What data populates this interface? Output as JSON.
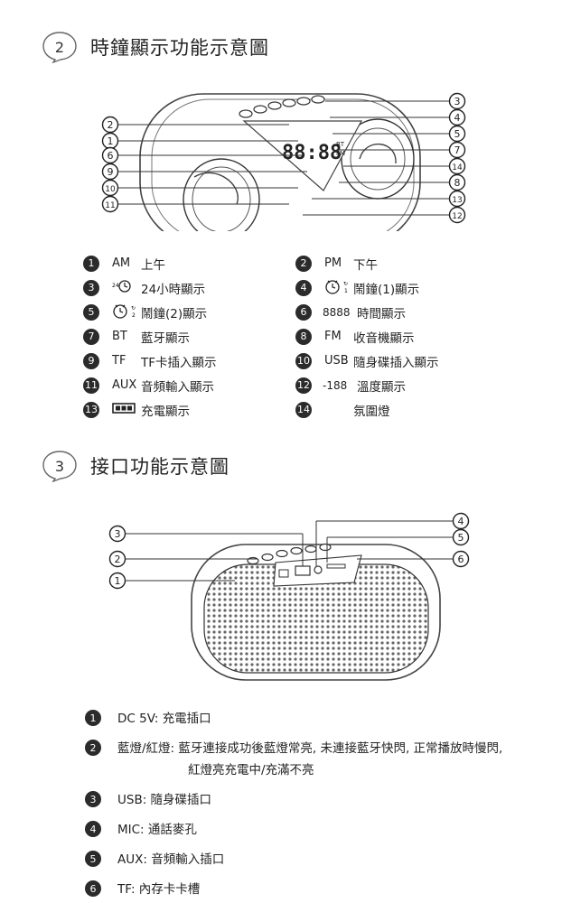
{
  "section1": {
    "number": "2",
    "title": "時鐘顯示功能示意圖"
  },
  "section2": {
    "number": "3",
    "title": "接口功能示意圖"
  },
  "diagram1_callouts_left": [
    "2",
    "1",
    "6",
    "9",
    "10",
    "11"
  ],
  "diagram1_callouts_right": [
    "3",
    "4",
    "5",
    "7",
    "14",
    "8",
    "13",
    "12"
  ],
  "diagram1_display": {
    "digits": "88:88",
    "tag_bt": "BT",
    "tag_fm": "FM"
  },
  "diagram2_callouts_left": [
    "3",
    "2",
    "1"
  ],
  "diagram2_callouts_right": [
    "4",
    "5",
    "6"
  ],
  "legend1": [
    {
      "n": "1",
      "code": "AM",
      "icon": "",
      "desc": "上午"
    },
    {
      "n": "2",
      "code": "PM",
      "icon": "",
      "desc": "下午"
    },
    {
      "n": "3",
      "code": "",
      "icon": "24h-clock-icon",
      "desc": "24小時顯示"
    },
    {
      "n": "4",
      "code": "",
      "icon": "alarm-1-icon",
      "desc": "鬧鐘(1)顯示"
    },
    {
      "n": "5",
      "code": "",
      "icon": "alarm-2-icon",
      "desc": "鬧鐘(2)顯示"
    },
    {
      "n": "6",
      "code": "8888",
      "icon": "",
      "desc": "時間顯示"
    },
    {
      "n": "7",
      "code": "BT",
      "icon": "",
      "desc": "藍牙顯示"
    },
    {
      "n": "8",
      "code": "FM",
      "icon": "",
      "desc": "收音機顯示"
    },
    {
      "n": "9",
      "code": "TF",
      "icon": "",
      "desc": "TF卡插入顯示"
    },
    {
      "n": "10",
      "code": "USB",
      "icon": "",
      "desc": "隨身碟插入顯示"
    },
    {
      "n": "11",
      "code": "AUX",
      "icon": "",
      "desc": "音頻輸入顯示"
    },
    {
      "n": "12",
      "code": "-188",
      "icon": "",
      "desc": "溫度顯示"
    },
    {
      "n": "13",
      "code": "",
      "icon": "battery-icon",
      "desc": "充電顯示"
    },
    {
      "n": "14",
      "code": "",
      "icon": "",
      "desc": "氛圍燈"
    }
  ],
  "legend2": [
    {
      "n": "1",
      "text": "DC 5V: 充電插口"
    },
    {
      "n": "2",
      "text": "藍燈/紅燈: 藍牙連接成功後藍燈常亮, 未連接藍牙快閃, 正常播放時慢閃,",
      "line2": "紅燈亮充電中/充滿不亮"
    },
    {
      "n": "3",
      "text": "USB: 隨身碟插口"
    },
    {
      "n": "4",
      "text": "MIC: 通話麥孔"
    },
    {
      "n": "5",
      "text": "AUX: 音頻輸入插口"
    },
    {
      "n": "6",
      "text": "TF: 內存卡卡槽"
    }
  ]
}
